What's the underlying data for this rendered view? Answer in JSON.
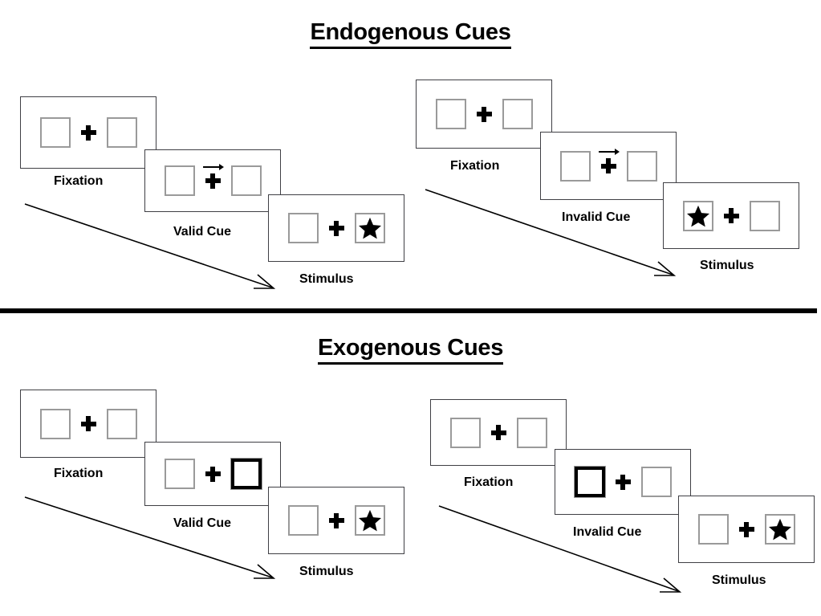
{
  "sections": [
    {
      "id": "endogenous",
      "title": "Endogenous Cues",
      "columns": [
        {
          "id": "endogenous-valid",
          "frames": [
            {
              "caption": "Fixation",
              "left_content": "empty-box",
              "center": "cross",
              "right_content": "empty-box"
            },
            {
              "caption": "Valid Cue",
              "left_content": "empty-box",
              "center": "arrow-cross",
              "right_content": "empty-box"
            },
            {
              "caption": "Stimulus",
              "left_content": "empty-box",
              "center": "cross",
              "right_content": "star-box"
            }
          ]
        },
        {
          "id": "endogenous-invalid",
          "frames": [
            {
              "caption": "Fixation",
              "left_content": "empty-box",
              "center": "cross",
              "right_content": "empty-box"
            },
            {
              "caption": "Invalid Cue",
              "left_content": "empty-box",
              "center": "arrow-cross",
              "right_content": "empty-box"
            },
            {
              "caption": "Stimulus",
              "left_content": "star-box",
              "center": "cross",
              "right_content": "empty-box"
            }
          ]
        }
      ]
    },
    {
      "id": "exogenous",
      "title": "Exogenous Cues",
      "columns": [
        {
          "id": "exogenous-valid",
          "frames": [
            {
              "caption": "Fixation",
              "left_content": "empty-box",
              "center": "cross",
              "right_content": "empty-box"
            },
            {
              "caption": "Valid Cue",
              "left_content": "empty-box",
              "center": "cross",
              "right_content": "cued-box"
            },
            {
              "caption": "Stimulus",
              "left_content": "empty-box",
              "center": "cross",
              "right_content": "star-box"
            }
          ]
        },
        {
          "id": "exogenous-invalid",
          "frames": [
            {
              "caption": "Fixation",
              "left_content": "empty-box",
              "center": "cross",
              "right_content": "empty-box"
            },
            {
              "caption": "Invalid Cue",
              "left_content": "cued-box",
              "center": "cross",
              "right_content": "empty-box"
            },
            {
              "caption": "Stimulus",
              "left_content": "empty-box",
              "center": "cross",
              "right_content": "star-box"
            }
          ]
        }
      ]
    }
  ],
  "icons": {
    "fixation_cross": "plus-cross-icon",
    "target_star": "star-icon",
    "endogenous_cue": "right-arrow-icon",
    "exogenous_cue": "thick-box-flash-icon",
    "time_flow": "diagonal-arrow-icon"
  },
  "colors": {
    "ink": "#000000",
    "frame_border": "#3f3f44",
    "box_border": "#9a9a9a",
    "background": "#ffffff",
    "divider": "#000000"
  }
}
